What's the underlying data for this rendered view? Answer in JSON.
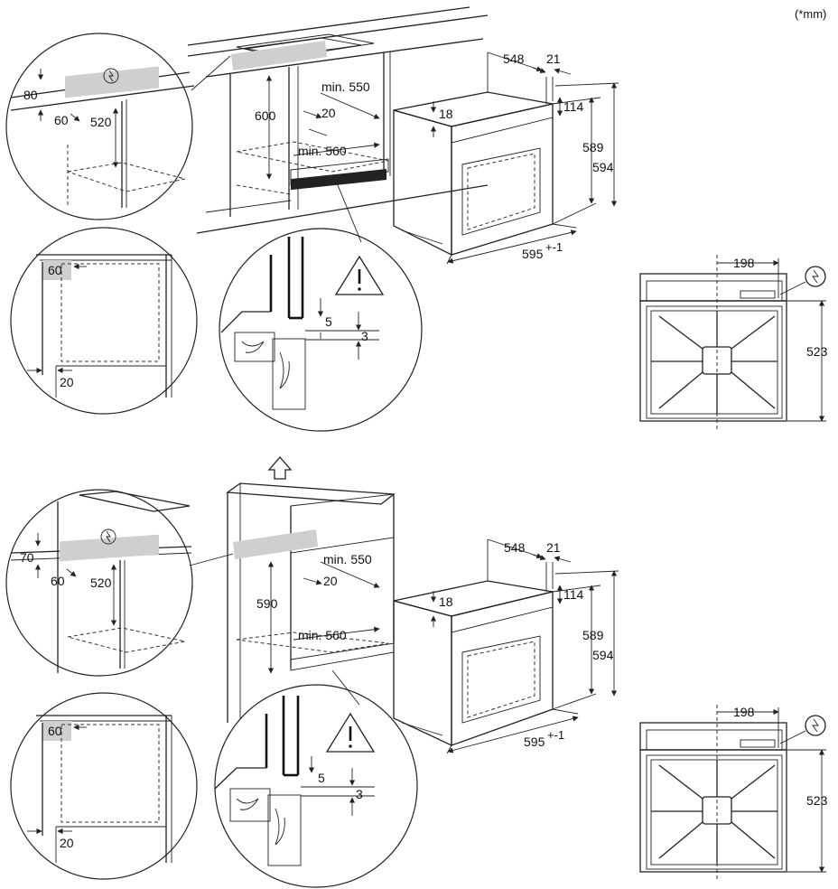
{
  "unit_note": "(*mm)",
  "top": {
    "d80": "80",
    "d60_left": "60",
    "d520": "520",
    "d60_gray": "60",
    "d20_left": "20",
    "d600": "600",
    "min550": "min. 550",
    "d20_mid": "20",
    "min560": "min. 560",
    "d5": "5",
    "d3": "3",
    "d548": "548",
    "d21": "21",
    "d18": "18",
    "d114": "114",
    "d589": "589",
    "d594": "594",
    "d595": "595",
    "d595_tol": "+-1",
    "d198": "198",
    "d523": "523"
  },
  "bottom": {
    "d70": "70",
    "d60_left": "60",
    "d520": "520",
    "d60_gray": "60",
    "d20_left": "20",
    "d590": "590",
    "min550": "min. 550",
    "d20_mid": "20",
    "min560": "min. 560",
    "d5": "5",
    "d3": "3",
    "d548": "548",
    "d21": "21",
    "d18": "18",
    "d114": "114",
    "d589": "589",
    "d594": "594",
    "d595": "595",
    "d595_tol": "+-1",
    "d198": "198",
    "d523": "523"
  },
  "icons": [
    "power-plug-icon",
    "warning-icon",
    "up-arrow-icon"
  ]
}
